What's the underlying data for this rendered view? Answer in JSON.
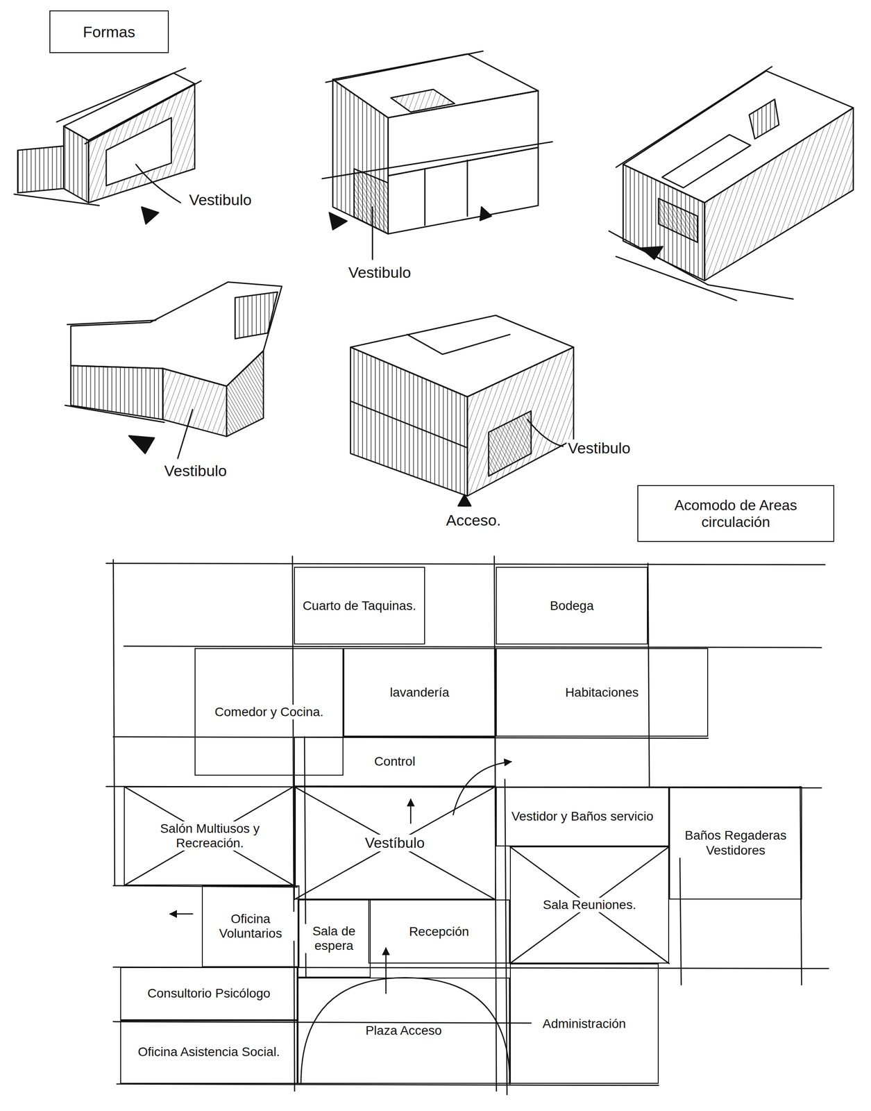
{
  "diagram": {
    "nodes": [
      {
        "text": [
          "Formas"
        ]
      },
      {
        "text": [
          "Acomodo de Areas circulación"
        ]
      },
      {
        "text": [
          "Cuarto de Taquinas."
        ]
      },
      {
        "text": [
          "Bodega"
        ]
      },
      {
        "text": [
          "Comedor y Cocina."
        ]
      },
      {
        "text": [
          "lavandería"
        ]
      },
      {
        "text": [
          "Habitaciones"
        ]
      },
      {
        "text": [
          "Control"
        ]
      },
      {
        "text": [
          "Salón Multiusos y Recreación."
        ]
      },
      {
        "text": [
          "Vestíbulo"
        ]
      },
      {
        "text": [
          "Vestidor y Baños servicio"
        ]
      },
      {
        "text": [
          "Baños Regaderas Vestidores"
        ]
      },
      {
        "text": [
          "Oficina Voluntarios"
        ]
      },
      {
        "text": [
          "Sala de espera"
        ]
      },
      {
        "text": [
          "Recepción"
        ]
      },
      {
        "text": [
          "Sala Reuniones."
        ]
      },
      {
        "text": [
          "Consultorio Psicólogo"
        ]
      },
      {
        "text": [
          "Oficina Asistencia Social."
        ]
      },
      {
        "text": [
          "Plaza Acceso"
        ]
      },
      {
        "text": [
          "Administración"
        ]
      }
    ],
    "labels": [
      "Vestibulo",
      "Vestibulo",
      "Vestibulo",
      "Vestibulo",
      "Acceso."
    ]
  }
}
